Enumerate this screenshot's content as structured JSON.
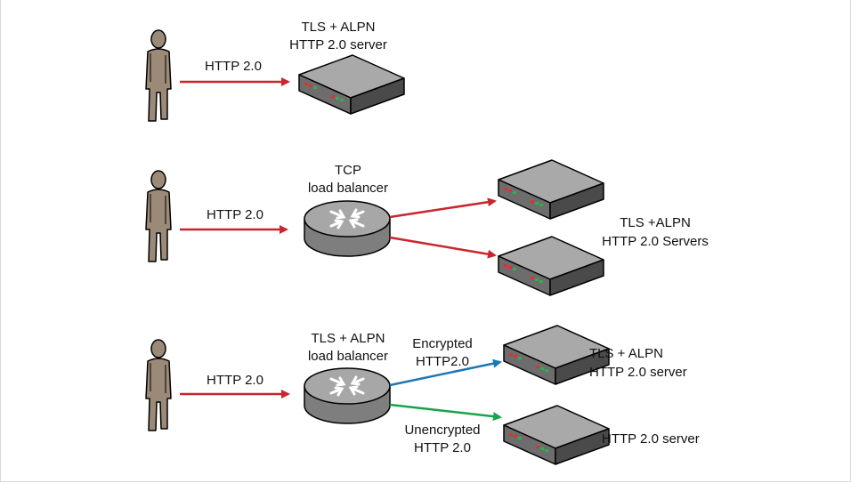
{
  "colors": {
    "arrow_red": "#c8262c",
    "arrow_blue": "#1f76b5",
    "arrow_green": "#19a34b",
    "person": "#9a8a77",
    "server_top": "#a8a8a8",
    "server_side": "#6f6f6f",
    "router": "#9c9c9c"
  },
  "icons": {
    "person": "person-icon",
    "server": "server-icon",
    "router": "load-balancer-icon"
  },
  "row1": {
    "arrow_label": "HTTP 2.0",
    "server_label_line1": "TLS + ALPN",
    "server_label_line2": "HTTP 2.0 server"
  },
  "row2": {
    "arrow_label": "HTTP 2.0",
    "balancer_label_line1": "TCP",
    "balancer_label_line2": "load balancer",
    "servers_label_line1": "TLS +ALPN",
    "servers_label_line2": "HTTP 2.0 Servers"
  },
  "row3": {
    "arrow_label": "HTTP 2.0",
    "balancer_label_line1": "TLS + ALPN",
    "balancer_label_line2": "load balancer",
    "encrypted_label_line1": "Encrypted",
    "encrypted_label_line2": "HTTP2.0",
    "unencrypted_label_line1": "Unencrypted",
    "unencrypted_label_line2": "HTTP 2.0",
    "server1_label_line1": "TLS + ALPN",
    "server1_label_line2": "HTTP 2.0 server",
    "server2_label": "HTTP 2.0 server"
  }
}
